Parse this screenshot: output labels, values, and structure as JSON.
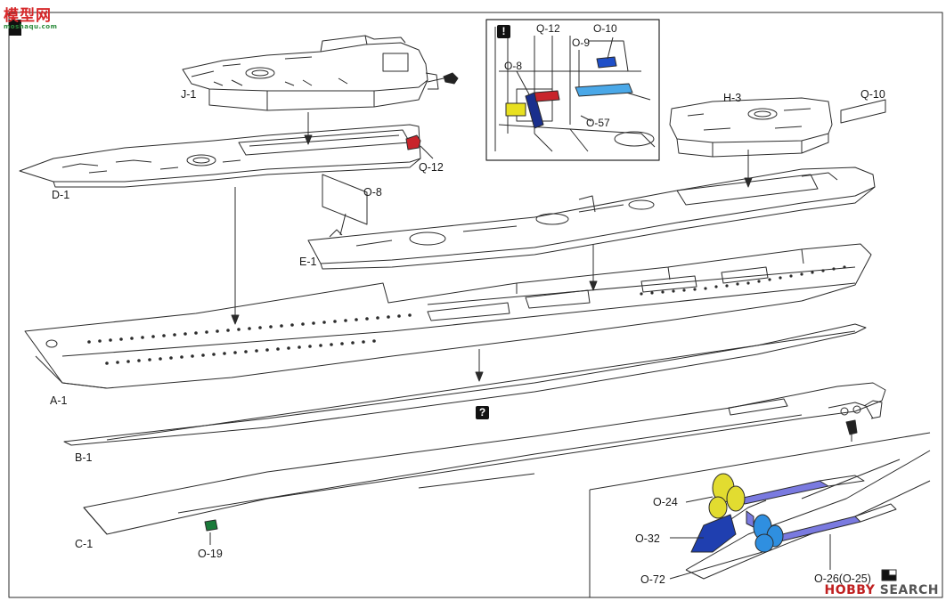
{
  "watermark_top": {
    "main": "模型网",
    "sub": "moshaqu.com"
  },
  "watermark_bottom": {
    "brand": "HOBBY",
    "suffix": "SEARCH"
  },
  "badges": {
    "inset_warning": "!",
    "hull_question": "?"
  },
  "parts": {
    "j1": "J-1",
    "d1": "D-1",
    "q12_main": "Q-12",
    "h3": "H-3",
    "q10_main": "Q-10",
    "o8_main": "O-8",
    "e1": "E-1",
    "a1": "A-1",
    "b1": "B-1",
    "c1": "C-1",
    "o19": "O-19",
    "inset_q12": "Q-12",
    "inset_o10": "O-10",
    "inset_o9": "O-9",
    "inset_o8": "O-8",
    "inset_o57": "O-57",
    "o24": "O-24",
    "o32": "O-32",
    "o72": "O-72",
    "o26": "O-26(O-25)"
  },
  "colors": {
    "line": "#2b2b2b",
    "red_part": "#c8242b",
    "blue_part": "#1f4fc8",
    "light_blue": "#4aa8e8",
    "yellow_part": "#e8e020",
    "navy_part": "#1a2f8c",
    "green_part": "#1a7a3a",
    "prop_yellow": "#e2dc30",
    "prop_blue": "#2f8fe0",
    "rudder_blue": "#1f3fb0",
    "shaft_purple": "#7a7ae0"
  }
}
